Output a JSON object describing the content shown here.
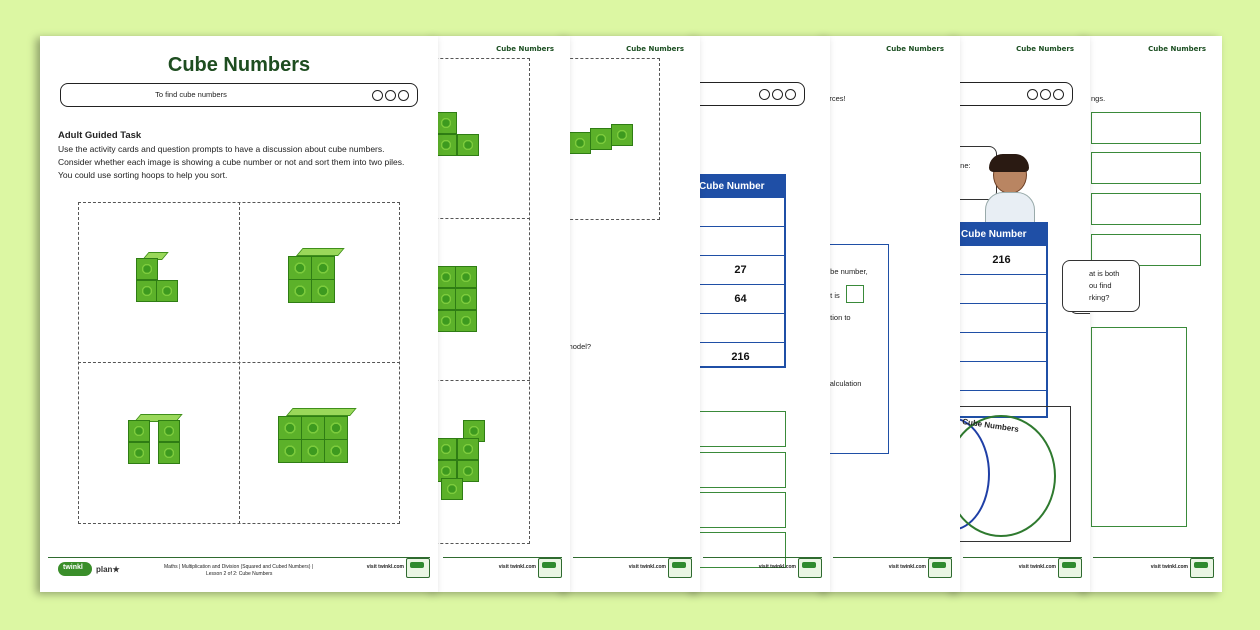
{
  "page": {
    "title": "Cube Numbers",
    "objective": "To find cube numbers",
    "task_heading": "Adult Guided Task",
    "task_lines": [
      "Use the activity cards and question prompts to have a discussion about cube numbers.",
      "Consider whether each image is showing a cube number or not and sort them into two piles.",
      "You could use sorting hoops to help you sort."
    ],
    "footer_brand": "twinkl",
    "footer_plan": "plan",
    "footer_subject_line1": "Maths | Multiplication and Division (Squared and Cubed Numbers) |",
    "footer_subject_line2": "Lesson 2 of 2: Cube Numbers"
  },
  "sheets": {
    "header_label": "Cube Numbers",
    "footer_url": "visit twinkl.com",
    "table_header": "Cube Number",
    "table_a_values": [
      "",
      "",
      "27",
      "64",
      "",
      "216"
    ],
    "table_b_values": [
      "216",
      "",
      "",
      "",
      "",
      ""
    ],
    "sheet5_fragments": [
      "ources!",
      "ube number,",
      "nt is",
      "ation to",
      "calculation"
    ],
    "sheet3_fragments": [
      "?",
      "?",
      "is model?"
    ],
    "sheet6_fragments": [
      "one:",
      "at is both",
      "ou find",
      "rking?"
    ],
    "venn_label": "Cube Numbers",
    "sheet7_fragment": "ngs."
  }
}
